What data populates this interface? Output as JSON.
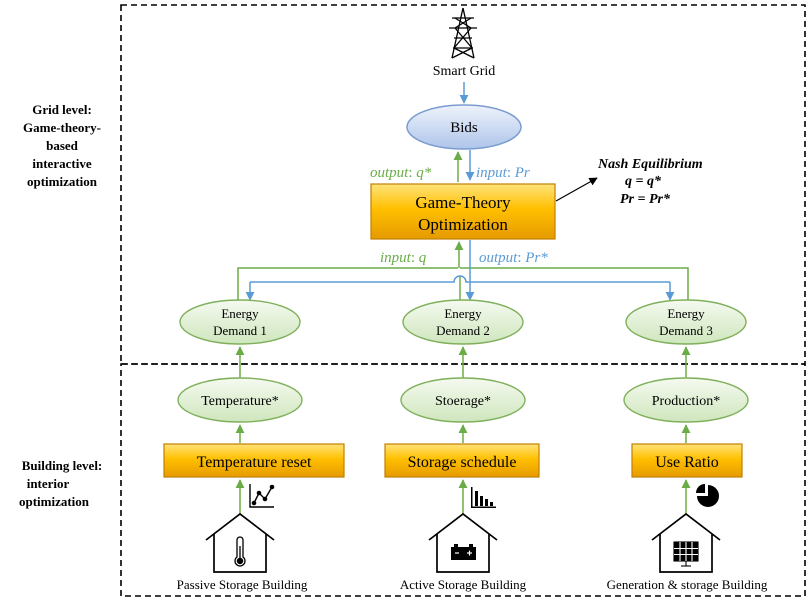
{
  "grid_level": {
    "lines": [
      "Grid level:",
      "Game-theory-",
      "based",
      "interactive",
      "optimization"
    ]
  },
  "building_level": {
    "lines": [
      "Building level:",
      "interior",
      "optimization"
    ]
  },
  "smart_grid": {
    "label": "Smart Grid"
  },
  "bids": {
    "label": "Bids"
  },
  "game_theory": {
    "line1": "Game-Theory",
    "line2": "Optimization"
  },
  "output_q": {
    "prefix": "output",
    "var": "q*"
  },
  "input_pr": {
    "prefix": "input",
    "var": "Pr"
  },
  "input_q": {
    "prefix": "input",
    "var": "q"
  },
  "output_pr": {
    "prefix": "output",
    "var": "Pr*"
  },
  "nash": {
    "title": "Nash Equilibrium",
    "eq1": "q = q*",
    "eq2": "Pr = Pr*"
  },
  "energy_demand": [
    {
      "line1": "Energy",
      "line2": "Demand 1"
    },
    {
      "line1": "Energy",
      "line2": "Demand 2"
    },
    {
      "line1": "Energy",
      "line2": "Demand 3"
    }
  ],
  "results": [
    {
      "label": "Temperature*"
    },
    {
      "label": "Stoerage*"
    },
    {
      "label": "Production*"
    }
  ],
  "controls": [
    {
      "label": "Temperature reset"
    },
    {
      "label": "Storage schedule"
    },
    {
      "label": "Use Ratio"
    }
  ],
  "buildings": [
    {
      "label": "Passive Storage Building"
    },
    {
      "label": "Active Storage Building"
    },
    {
      "label": "Generation & storage Building"
    }
  ],
  "colors": {
    "green": "#6aac46",
    "blue": "#5b9bd5",
    "ellipse_green_fill": "#e2f0d9",
    "ellipse_green_stroke": "#7fb05a",
    "ellipse_blue_fill": "#c9d8f2",
    "ellipse_blue_stroke": "#7a9cd0",
    "box_fill": "#ffc000",
    "box_stroke": "#c08000"
  },
  "icons": {
    "tower": "transmission-tower-icon",
    "line_chart": "line-chart-icon",
    "bar_chart": "bar-chart-icon",
    "pie_chart": "pie-chart-icon",
    "thermometer": "thermometer-icon",
    "battery": "battery-icon",
    "solar": "solar-panel-icon"
  }
}
